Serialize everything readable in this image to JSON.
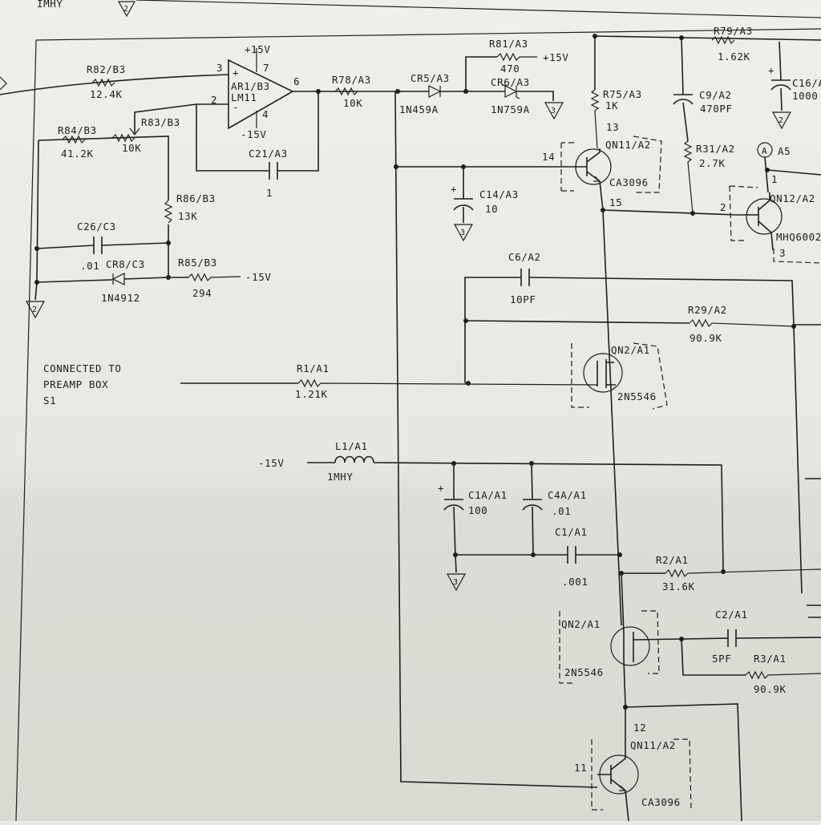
{
  "labels": {
    "top_imhy": "IMHY",
    "r82": "R82/B3",
    "r82v": "12.4K",
    "ar1": "AR1/B3",
    "lm11": "LM11",
    "p15a": "+15V",
    "m15a": "-15V",
    "pin3": "3",
    "pin2": "2",
    "pin6": "6",
    "pin7": "7",
    "pin4": "4",
    "r84": "R84/B3",
    "r84v": "41.2K",
    "r83": "R83/B3",
    "r83v": "10K",
    "c21": "C21/A3",
    "c21v": "1",
    "r86": "R86/B3",
    "r86v": "13K",
    "c26": "C26/C3",
    "c26v": ".01",
    "cr8": "CR8/C3",
    "cr8v": "1N4912",
    "r85": "R85/B3",
    "r85v": "294",
    "m15b": "-15V",
    "r78": "R78/A3",
    "r78v": "10K",
    "cr5": "CR5/A3",
    "cr5v": "1N459A",
    "r81": "R81/A3",
    "r81v": "470",
    "p15b": "+15V",
    "cr6": "CR6/A3",
    "cr6v": "1N759A",
    "r75": "R75/A3",
    "r75v": "1K",
    "pin13": "13",
    "pin14": "14",
    "pin15": "15",
    "qn11a": "QN11/A2",
    "ca3096a": "CA3096",
    "c14": "C14/A3",
    "c14v": "10",
    "c9": "C9/A2",
    "c9v": "470PF",
    "r31": "R31/A2",
    "r31v": "2.7K",
    "r79": "R79/A3",
    "r79v": "1.62K",
    "c16": "C16/A",
    "c16v": "1000",
    "a_mark": "A",
    "a5": "A5",
    "qn12": "QN12/A2",
    "mhq": "MHQ6002",
    "pin1q": "1",
    "pin2q": "2",
    "pin3q": "3",
    "c6": "C6/A2",
    "c6v": "10PF",
    "r29": "R29/A2",
    "r29v": "90.9K",
    "conn1": "CONNECTED TO",
    "conn2": "PREAMP BOX",
    "conn3": "S1",
    "r1": "R1/A1",
    "r1v": "1.21K",
    "qn2a": "QN2/A1",
    "n5546a": "2N5546",
    "m15c": "-15V",
    "l1": "L1/A1",
    "l1v": "1MHY",
    "c1a": "C1A/A1",
    "c1av": "100",
    "c4a": "C4A/A1",
    "c4av": ".01",
    "c1": "C1/A1",
    "c1v": ".001",
    "r2": "R2/A1",
    "r2v": "31.6K",
    "qn2b": "QN2/A1",
    "n5546b": "2N5546",
    "c2": "C2/A1",
    "c2v": "5PF",
    "r3": "R3/A1",
    "r3v": "90.9K",
    "pin12": "12",
    "pin11": "11",
    "qn11b": "QN11/A2",
    "ca3096b": "CA3096",
    "plus": "+",
    "minus": "-",
    "g2": "2",
    "g3": "3"
  }
}
